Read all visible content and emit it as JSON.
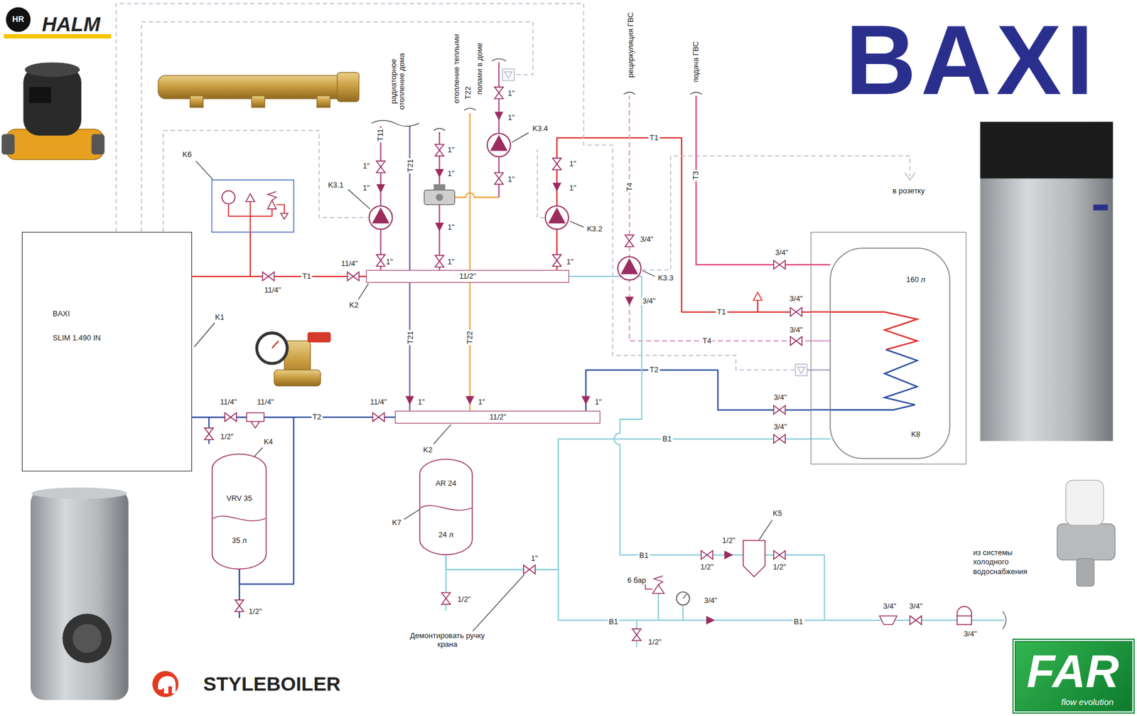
{
  "diagram": {
    "nodes": [
      {
        "text": [
          "BAXI",
          "SLIM 1.490 IN"
        ]
      },
      {
        "text": [
          "11/2\""
        ]
      },
      {
        "text": [
          "11/2\""
        ]
      },
      {
        "text": [
          "VRV 35",
          "35 л"
        ]
      },
      {
        "text": [
          "AR 24",
          "24 л"
        ]
      },
      {
        "text": [
          "160 л",
          "K8"
        ]
      },
      {
        "text": [
          "FAR",
          "flow evolution"
        ]
      }
    ],
    "edges": [
      {
        "from": 0,
        "to": 1,
        "arrow": "none",
        "label": "T1"
      },
      {
        "from": 0,
        "to": 2,
        "arrow": "none",
        "label": "T2"
      },
      {
        "from": 0,
        "to": 3,
        "arrow": "none"
      },
      {
        "from": 1,
        "to": 5,
        "arrow": "none",
        "label": "T1"
      },
      {
        "from": 2,
        "to": 5,
        "arrow": "none",
        "label": "T2"
      },
      {
        "from": 4,
        "to": 5,
        "arrow": "none",
        "label": "B1"
      }
    ],
    "labels": [
      "HALM",
      "HR",
      "BAXI",
      "радиаторное отопление дома",
      "отопление теплыми полами в доме",
      "рециркуляция ГВС",
      "подача ГВС",
      "T11",
      "T21",
      "T22",
      "K3.4",
      "T1",
      "T4",
      "T3",
      "в розетку",
      "K6",
      "K3.1",
      "K3.2",
      "K3.3",
      "11/4\"",
      "11/4\"",
      "K2",
      "K1",
      "T21",
      "T22",
      "T4",
      "11/4\"",
      "11/4\"",
      "1/2\"",
      "11/4\"",
      "K4",
      "K2",
      "K7",
      "K5",
      "B1",
      "1/2\"",
      "1/2\"",
      "1/2\"",
      "1\"",
      "из системы холодного водоснабжения",
      "6 бар",
      "3/4\"",
      "B1",
      "B1",
      "3/4\"",
      "3/4\"",
      "3/4\"",
      "1/2\"",
      "1/2\"",
      "1/2\"",
      "Демонтировать ручку крана",
      "STYLEBOILER",
      "1\"",
      "1\"",
      "1\"",
      "1\"",
      "1\"",
      "1\"",
      "1\"",
      "1\"",
      "1\"",
      "1\"",
      "1\"",
      "1\"",
      "1\"",
      "3/4\"",
      "3/4\"",
      "3/4\"",
      "3/4\"",
      "3/4\"",
      "3/4\"",
      "3/4\"",
      "1\"",
      "1\"",
      "1\""
    ]
  }
}
